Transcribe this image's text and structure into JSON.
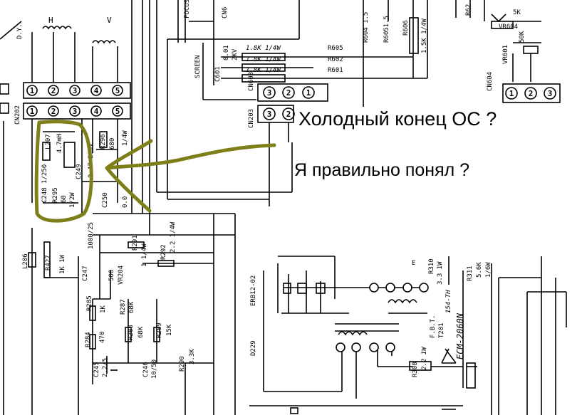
{
  "comments": {
    "cold_end_question": "Холодный конец ОС ?",
    "understood_question": "Я правильно понял ?"
  },
  "colors": {
    "annotation_stroke": "#7f7f1a",
    "ink": "#000000",
    "paper": "#ffffff"
  },
  "schematic_labels": {
    "dv": "D.Y.",
    "h": "H",
    "v": "V",
    "cn202": "CN202",
    "cn603": "CN603",
    "cn203": "CN203",
    "cn604": "CN604",
    "focus": "FOCUS",
    "screen": "SCREEN",
    "cn6": "CN6",
    "c601": "C601",
    "c601_val": "0.01",
    "c601_kv": "2KV",
    "r605": "R605",
    "r602": "R602",
    "r601": "R601",
    "r605_val": "1.8K 1/4W",
    "r602_val": "1.8K 1/4W",
    "r601_val": "1.8K 1/4W",
    "r604": "R604 1.5",
    "r6051": "R6051.5",
    "r606": "R606",
    "r606_val": "1.5K 1/4W",
    "r62": "R62",
    "vr604": "VR604",
    "sk": "5K",
    "vr601": "VR601",
    "vr601_val": "50K",
    "l207": "L207",
    "l207_val": "4.7mH",
    "c249": "C249",
    "c249_val": "0.47 200V",
    "c248": "C248 1/250",
    "r295": "R295",
    "r295_val": "68",
    "r295_w": "1/2W",
    "r296": "R296",
    "r296_val": "680",
    "r296_w": "1/4W",
    "c250": "C250",
    "c250_val": "0.0",
    "l206": "L206",
    "r427": "R427",
    "r427_val": "1K 1W",
    "c247": "C247",
    "c247_val": "1000/25",
    "r291": "R291",
    "r291_val": "1 1/4W",
    "r292": "R292",
    "r292_val": "2.2 1/4W",
    "vr204": "VR204",
    "vr204_val": "500",
    "r285": "R285",
    "r285_val": "1K",
    "r287": "R287",
    "r287_val": "68K",
    "r284": "R284",
    "r284_val": "470",
    "r288": "R288",
    "r288_val": "68K",
    "r289": "R289",
    "r289_val": "15K",
    "c246": "C246",
    "c246_val": "10/50",
    "r290": "R290",
    "r290_val": "3.3K",
    "c245": "C245",
    "c245_val": "2.2/5",
    "erb": "ERB12-02",
    "d229": "D229",
    "fbt": "F.B.T.",
    "t201": "T201",
    "fbt_part": "154-TH",
    "ecm": "ECM-2060N",
    "r308": "R308",
    "r308_val": "2.2 1W",
    "r310": "R310",
    "r310_val": "3.3 1W",
    "r311": "R311",
    "r311_val": "5.6K",
    "r311_w": "1/6W",
    "e": "E"
  }
}
